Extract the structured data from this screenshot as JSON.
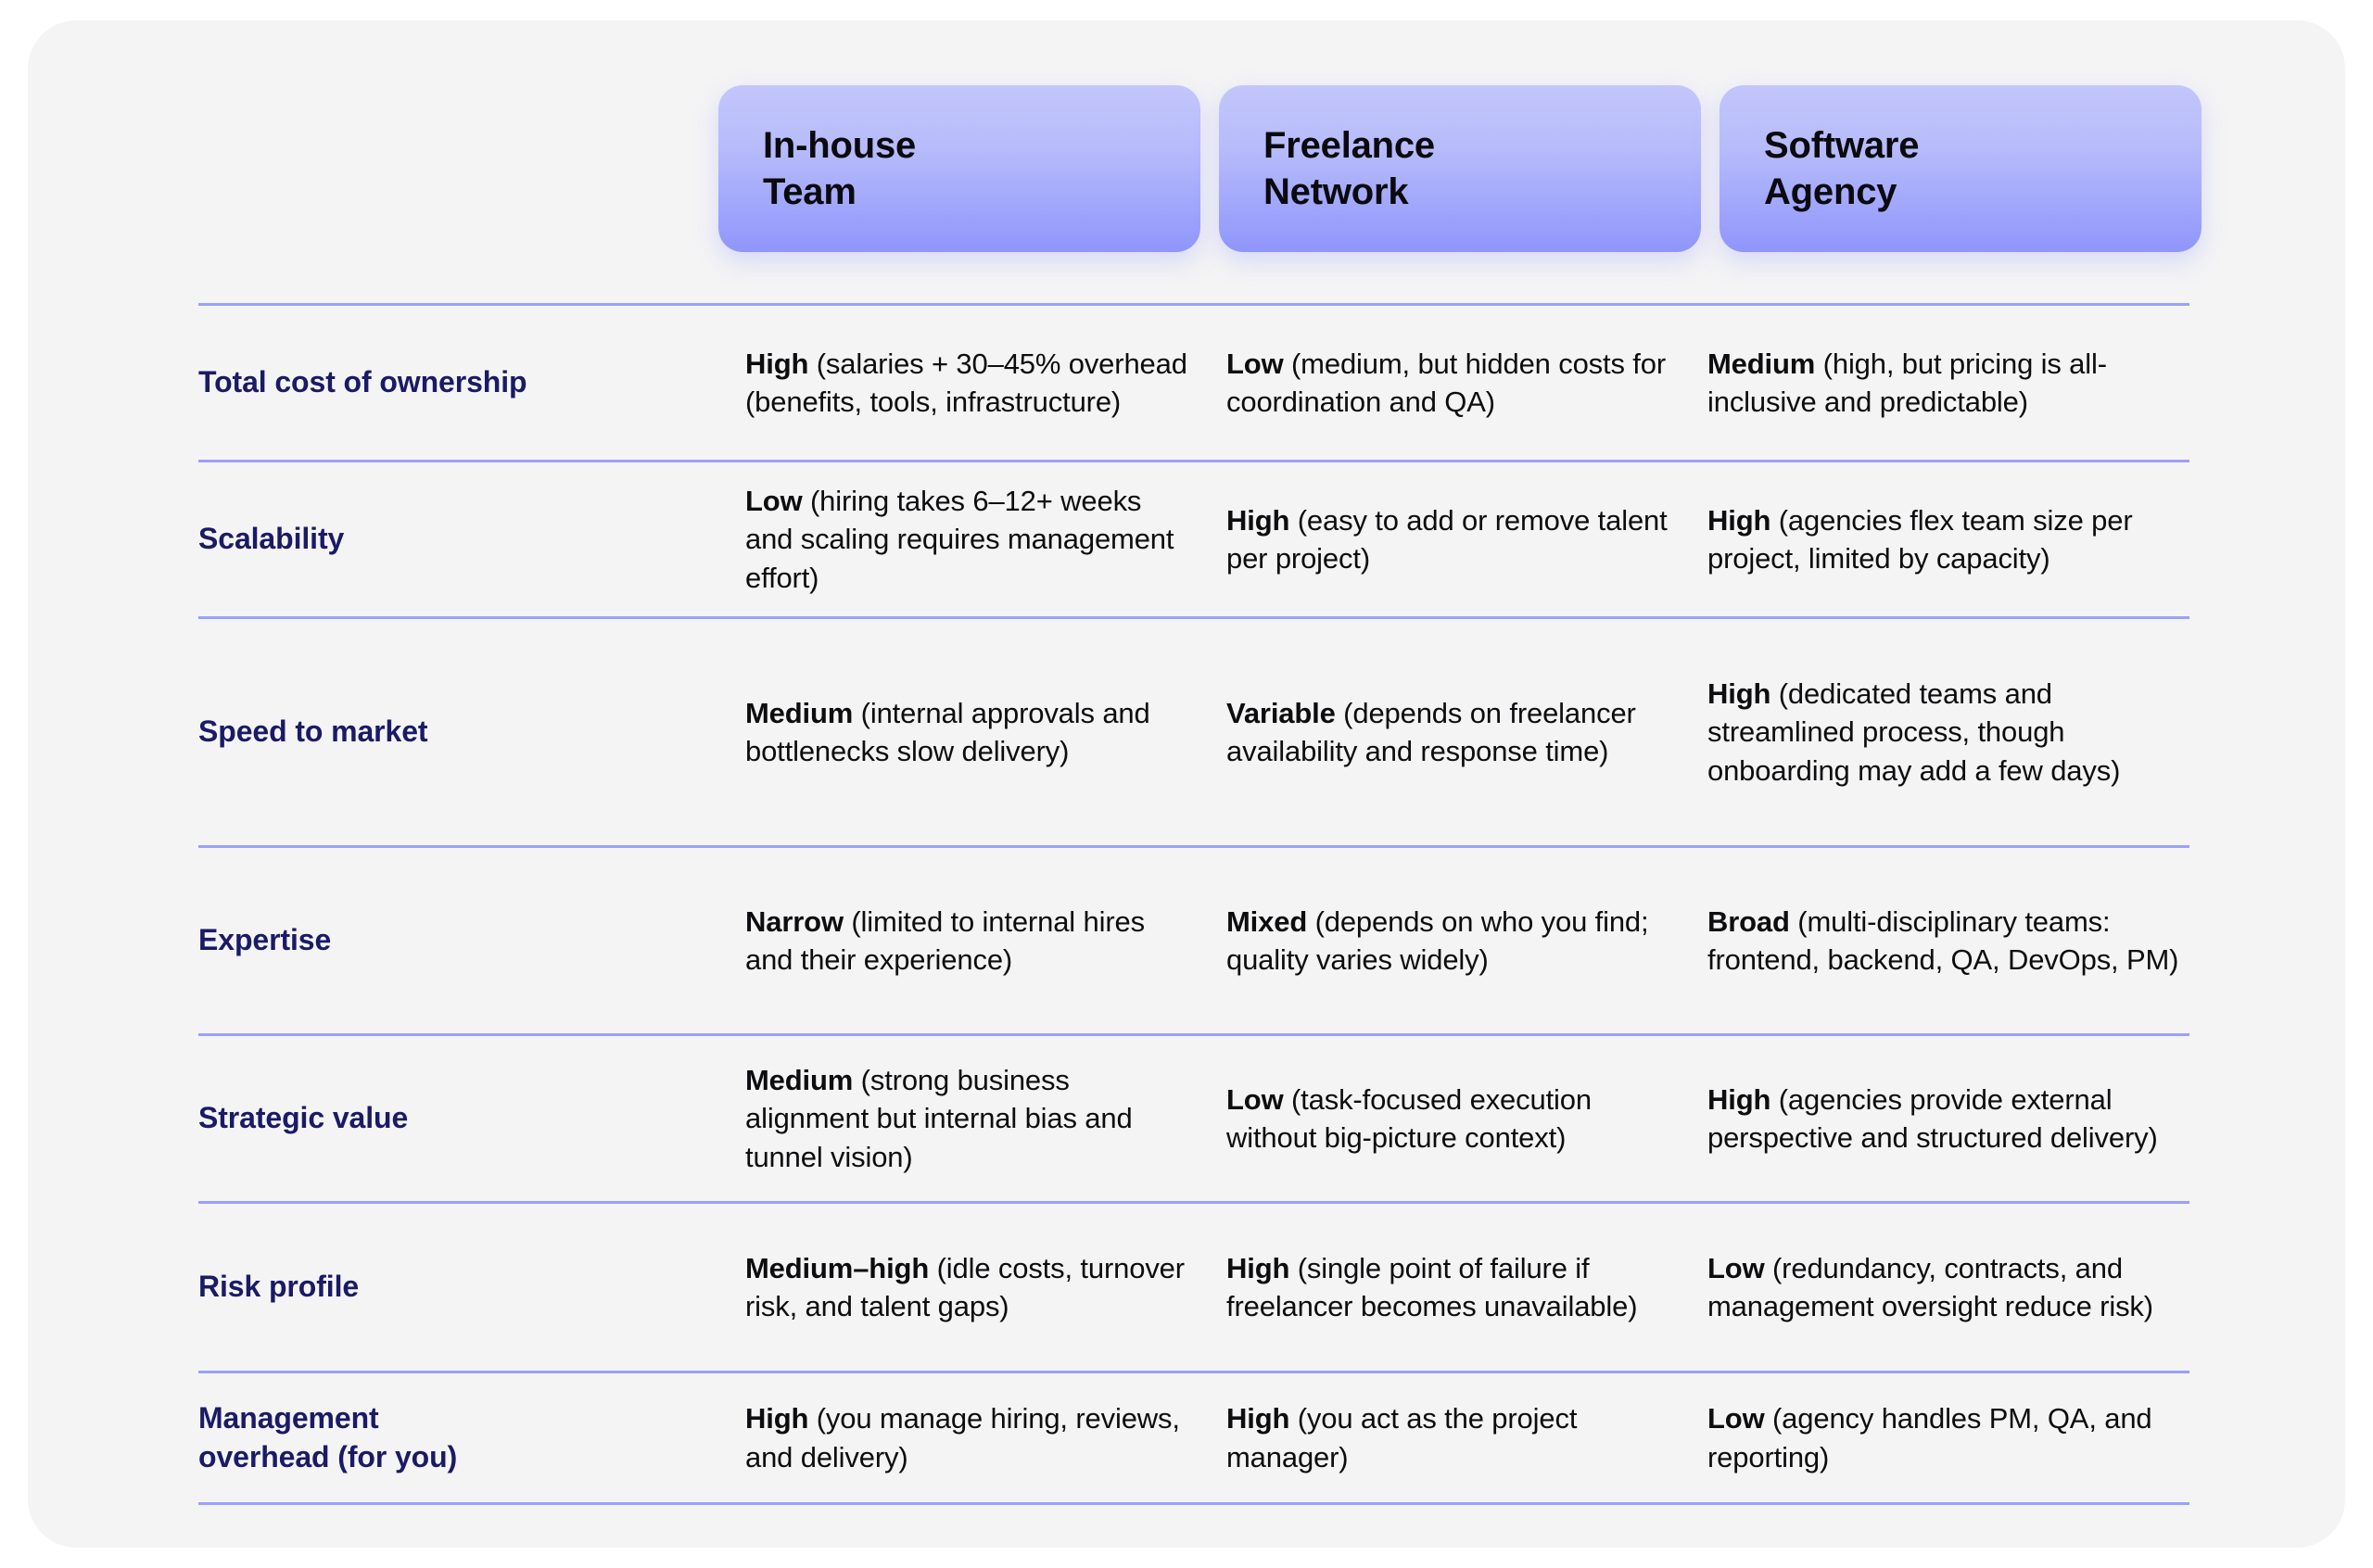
{
  "card": {
    "background_color": "#f4f4f5",
    "accent_color": "#9aa0fb",
    "label_color": "#1b1a66",
    "pill_gradient_top": "#c3c6fb",
    "pill_gradient_bottom": "#8f96fb"
  },
  "header": {
    "row_label_column": "",
    "columns": [
      {
        "label": "In-house\nTeam"
      },
      {
        "label": "Freelance\nNetwork"
      },
      {
        "label": "Software\nAgency"
      }
    ]
  },
  "rows": [
    {
      "label": "Total cost of ownership",
      "cells": [
        {
          "verdict": "High",
          "detail": " (salaries + 30–45% overhead (benefits, tools, infrastructure)"
        },
        {
          "verdict": "Low",
          "detail": " (medium, but hidden costs for coordination and QA)"
        },
        {
          "verdict": "Medium",
          "detail": " (high, but pricing is all-inclusive and predictable)"
        }
      ]
    },
    {
      "label": "Scalability",
      "cells": [
        {
          "verdict": "Low",
          "detail": " (hiring takes 6–12+ weeks and scaling requires management effort)"
        },
        {
          "verdict": "High",
          "detail": " (easy to add or remove talent per project)"
        },
        {
          "verdict": "High",
          "detail": " (agencies flex team size per project, limited by capacity)"
        }
      ]
    },
    {
      "label": "Speed to market",
      "cells": [
        {
          "verdict": "Medium",
          "detail": " (internal approvals and bottlenecks slow delivery)"
        },
        {
          "verdict": "Variable",
          "detail": " (depends on freelancer availability and response time)"
        },
        {
          "verdict": "High",
          "detail": " (dedicated teams and streamlined process, though onboarding may add a few days)"
        }
      ]
    },
    {
      "label": "Expertise",
      "cells": [
        {
          "verdict": "Narrow",
          "detail": " (limited to internal hires and their experience)"
        },
        {
          "verdict": "Mixed",
          "detail": " (depends on who you find; quality varies widely)"
        },
        {
          "verdict": "Broad",
          "detail": " (multi-disciplinary teams: frontend, backend, QA, DevOps, PM)"
        }
      ]
    },
    {
      "label": "Strategic value",
      "cells": [
        {
          "verdict": "Medium",
          "detail": " (strong business alignment but internal bias and tunnel vision)"
        },
        {
          "verdict": "Low",
          "detail": " (task-focused execution without big-picture context)"
        },
        {
          "verdict": "High",
          "detail": " (agencies provide external perspective and structured delivery)"
        }
      ]
    },
    {
      "label": "Risk profile",
      "cells": [
        {
          "verdict": "Medium–high",
          "detail": " (idle costs, turnover risk, and talent gaps)"
        },
        {
          "verdict": "High",
          "detail": " (single point of failure if freelancer becomes unavailable)"
        },
        {
          "verdict": "Low",
          "detail": " (redundancy, contracts, and management oversight reduce risk)"
        }
      ]
    },
    {
      "label": "Management\noverhead (for you)",
      "cells": [
        {
          "verdict": "High",
          "detail": " (you manage hiring, reviews, and delivery)"
        },
        {
          "verdict": "High",
          "detail": " (you act as the project manager)"
        },
        {
          "verdict": "Low",
          "detail": " (agency handles PM, QA, and reporting)"
        }
      ]
    }
  ]
}
